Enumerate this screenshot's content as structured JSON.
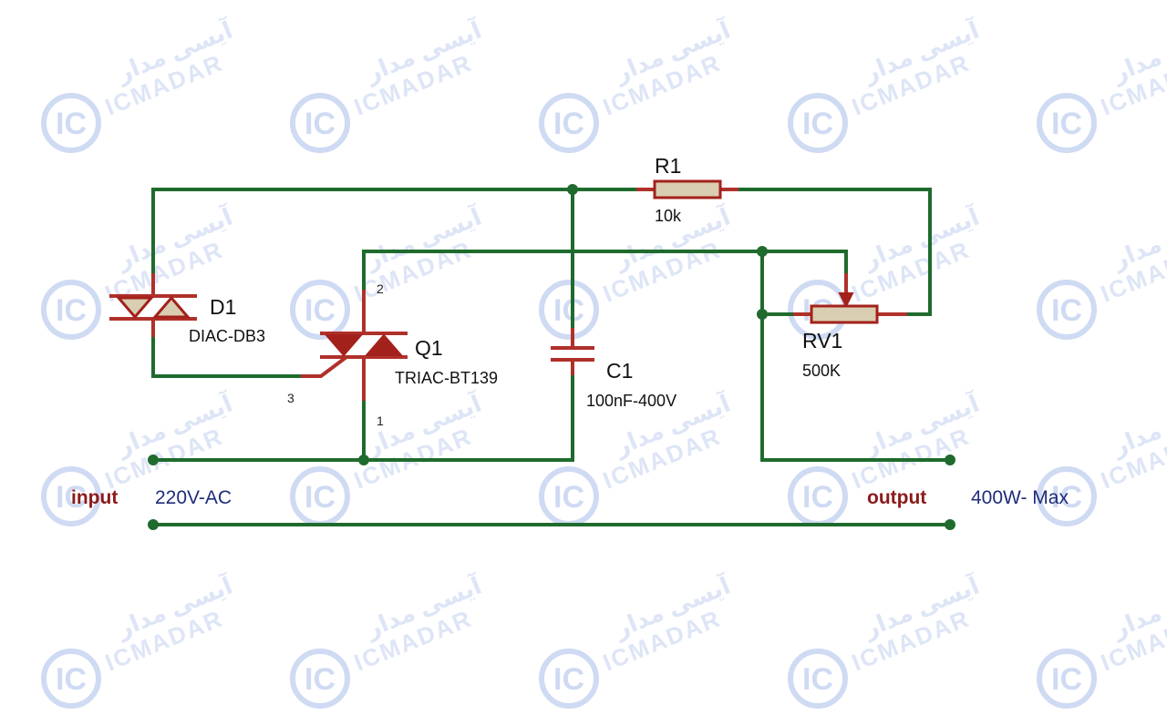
{
  "watermark": {
    "logo_text": "IC",
    "brand_latin": "ICMADAR",
    "brand_persian": "آیسی مدار"
  },
  "components": {
    "r1": {
      "ref": "R1",
      "value": "10k"
    },
    "rv1": {
      "ref": "RV1",
      "value": "500K"
    },
    "d1": {
      "ref": "D1",
      "value": "DIAC-DB3"
    },
    "q1": {
      "ref": "Q1",
      "value": "TRIAC-BT139",
      "pins": {
        "p1": "1",
        "p2": "2",
        "p3": "3"
      }
    },
    "c1": {
      "ref": "C1",
      "value": "100nF-400V"
    }
  },
  "terminals": {
    "input": {
      "label": "input",
      "value": "220V-AC"
    },
    "output": {
      "label": "output",
      "value": "400W- Max"
    }
  },
  "colors": {
    "wire": "#1f6b2d",
    "lead": "#b0302a",
    "component_outline": "#a3211b",
    "input_output_label": "#8b1a1a",
    "rating_text": "#1f2d7a",
    "watermark": "#cfdaf3"
  }
}
